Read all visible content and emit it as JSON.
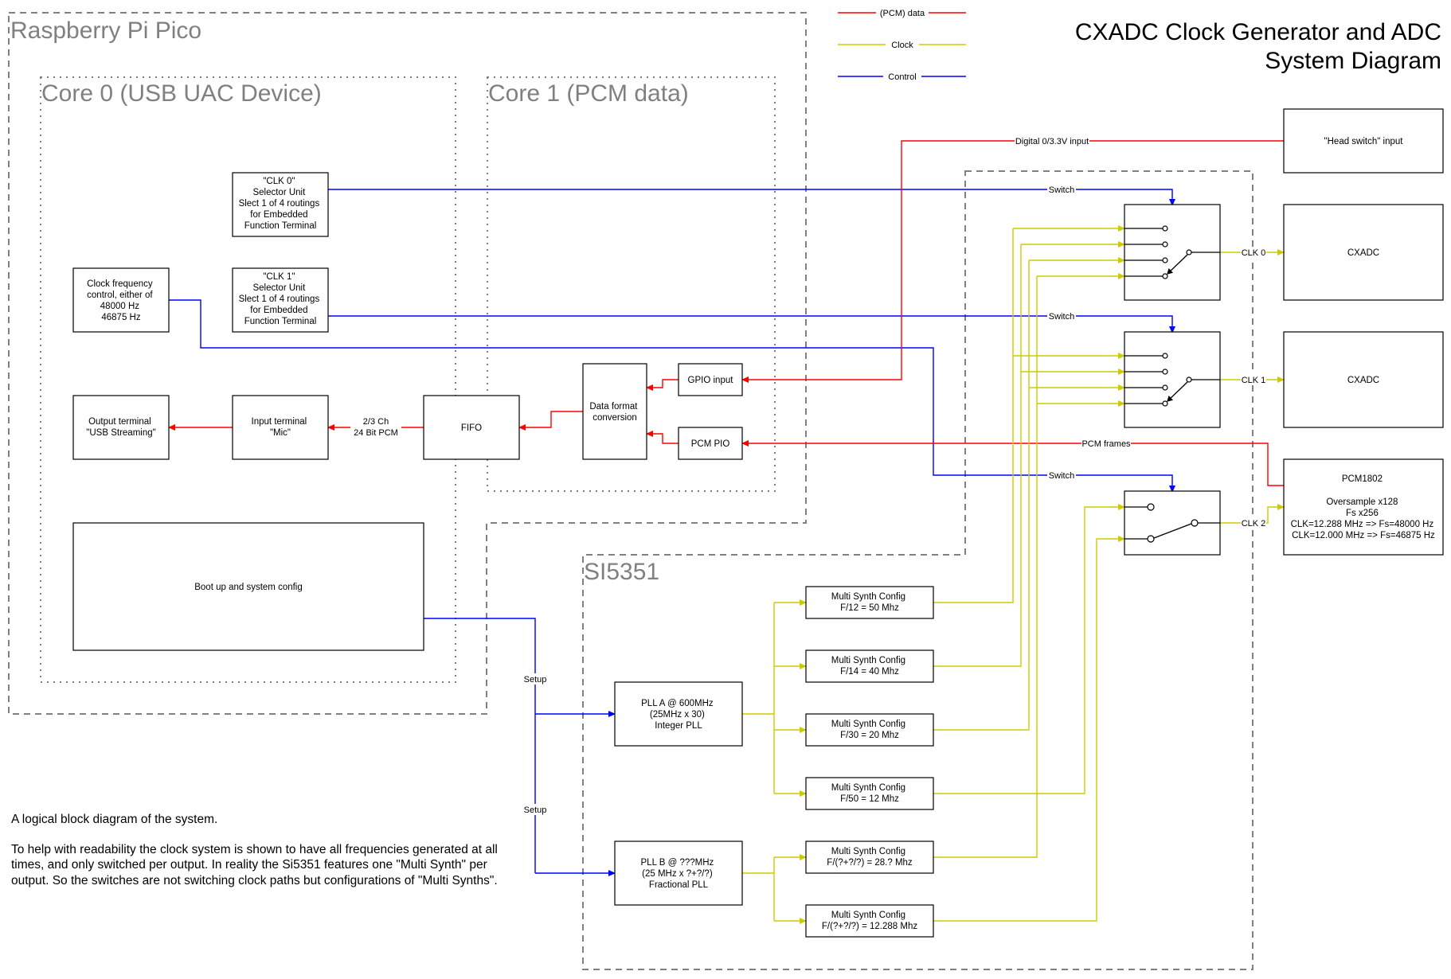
{
  "title": {
    "line1": "CXADC Clock Generator and ADC",
    "line2": "System Diagram"
  },
  "legend": [
    {
      "label": "(PCM) data",
      "color": "#ff0000"
    },
    {
      "label": "Clock",
      "color": "#cccc00"
    },
    {
      "label": "Control",
      "color": "#0000ff"
    }
  ],
  "containers": {
    "pico": "Raspberry Pi Pico",
    "core0": "Core 0 (USB UAC Device)",
    "core1": "Core 1 (PCM data)",
    "si5351": "SI5351"
  },
  "blocks": {
    "clk0_selector": [
      "\"CLK 0\"",
      "Selector Unit",
      "Slect 1 of 4 routings",
      "for Embedded",
      "Function Terminal"
    ],
    "clk1_selector": [
      "\"CLK 1\"",
      "Selector Unit",
      "Slect 1 of 4 routings",
      "for Embedded",
      "Function Terminal"
    ],
    "clock_freq": [
      "Clock frequency",
      "control, either of",
      "48000 Hz",
      "46875 Hz"
    ],
    "output_terminal": [
      "Output terminal",
      "\"USB Streaming\""
    ],
    "input_terminal": [
      "Input terminal",
      "\"Mic\""
    ],
    "fifo": [
      "FIFO"
    ],
    "data_format": [
      "Data format",
      "conversion"
    ],
    "gpio_input": [
      "GPIO input"
    ],
    "pcm_pio": [
      "PCM PIO"
    ],
    "boot": [
      "Boot up and system config"
    ],
    "pll_a": [
      "PLL A @ 600MHz",
      "(25MHz x 30)",
      "Integer PLL"
    ],
    "pll_b": [
      "PLL B @ ???MHz",
      "(25 MHz x ?+?/?)",
      "Fractional PLL"
    ],
    "ms1": [
      "Multi Synth Config",
      "F/12 = 50 Mhz"
    ],
    "ms2": [
      "Multi Synth Config",
      "F/14 = 40 Mhz"
    ],
    "ms3": [
      "Multi Synth Config",
      "F/30 = 20 Mhz"
    ],
    "ms4": [
      "Multi Synth Config",
      "F/50 = 12 Mhz"
    ],
    "ms5": [
      "Multi Synth Config",
      "F/(?+?/?) = 28.? Mhz"
    ],
    "ms6": [
      "Multi Synth Config",
      "F/(?+?/?) = 12.288 Mhz"
    ],
    "head_switch": [
      "\"Head switch\" input"
    ],
    "cxadc0": [
      "CXADC"
    ],
    "cxadc1": [
      "CXADC"
    ],
    "pcm1802": [
      "PCM1802",
      "",
      "Oversample x128",
      "Fs x256",
      "CLK=12.288 MHz => Fs=48000 Hz",
      "CLK=12.000 MHz => Fs=46875 Hz"
    ]
  },
  "wire_labels": {
    "digital_input": "Digital 0/3.3V input",
    "switch": "Switch",
    "clk0": "CLK 0",
    "clk1": "CLK 1",
    "clk2": "CLK 2",
    "pcm_frames": "PCM frames",
    "pcm_ch_1": "2/3 Ch",
    "pcm_ch_2": "24 Bit PCM",
    "setup": "Setup"
  },
  "note": [
    "A logical block diagram of the system.",
    "To help with readability the clock system is shown to have all frequencies generated at all times, and only switched per output. In reality the Si5351 features one \"Multi Synth\" per output. So the switches are not switching clock paths but configurations of \"Multi Synths\"."
  ]
}
